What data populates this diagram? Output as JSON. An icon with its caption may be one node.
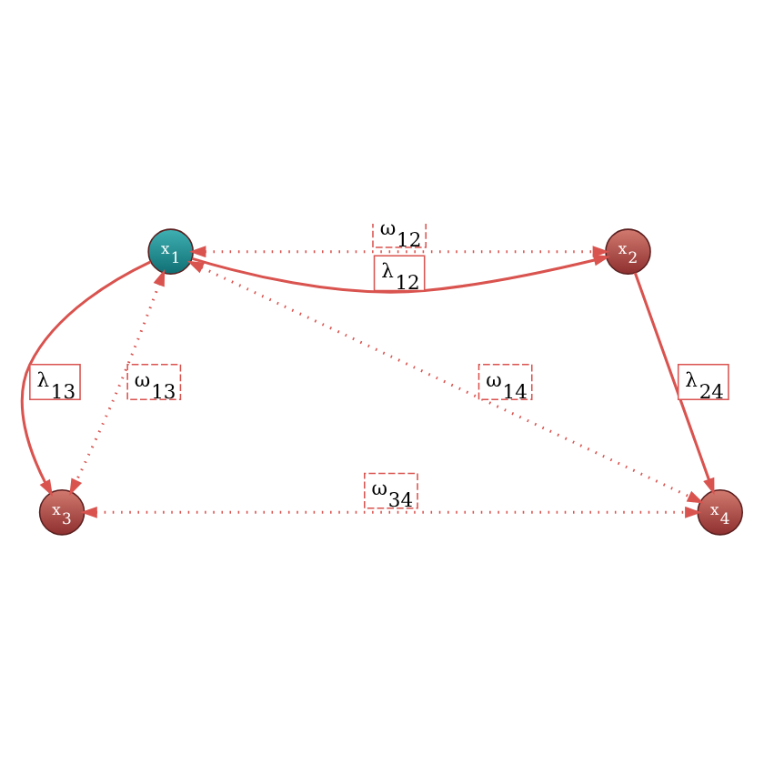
{
  "diagram": {
    "nodes": [
      {
        "text": [
          "x$_{1}$"
        ]
      },
      {
        "text": [
          "x$_{2}$"
        ]
      },
      {
        "text": [
          "x$_{3}$"
        ]
      },
      {
        "text": [
          "x$_{4}$"
        ]
      }
    ],
    "edges": [
      {
        "from": 0,
        "to": 1,
        "arrow": "both",
        "label": "ω$_{12}$",
        "style": "dashed"
      },
      {
        "from": 0,
        "to": 1,
        "arrow": "to",
        "label": "λ$_{12}$"
      },
      {
        "from": 0,
        "to": 2,
        "arrow": "to",
        "label": "λ$_{13}$"
      },
      {
        "from": 1,
        "to": 3,
        "arrow": "to",
        "label": "λ$_{24}$"
      },
      {
        "from": 0,
        "to": 2,
        "arrow": "both",
        "label": "ω$_{13}$",
        "style": "dashed"
      },
      {
        "from": 0,
        "to": 3,
        "arrow": "both",
        "label": "ω$_{14}$",
        "style": "dashed"
      },
      {
        "from": 2,
        "to": 3,
        "arrow": "both",
        "label": "ω$_{34}$",
        "style": "dashed"
      }
    ]
  }
}
